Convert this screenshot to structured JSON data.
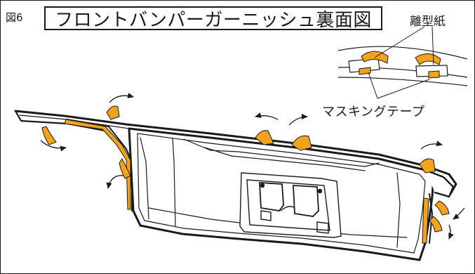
{
  "figure": {
    "number_label": "図6",
    "title": "フロントバンパーガーニッシュ裏面図"
  },
  "callouts": {
    "release_paper": "離型紙",
    "masking_tape": "マスキングテープ"
  },
  "colors": {
    "line": "#1a1a1a",
    "tape": "#f2a31b",
    "background": "#ffffff"
  },
  "icons": [
    "curved-arrow-icon"
  ]
}
